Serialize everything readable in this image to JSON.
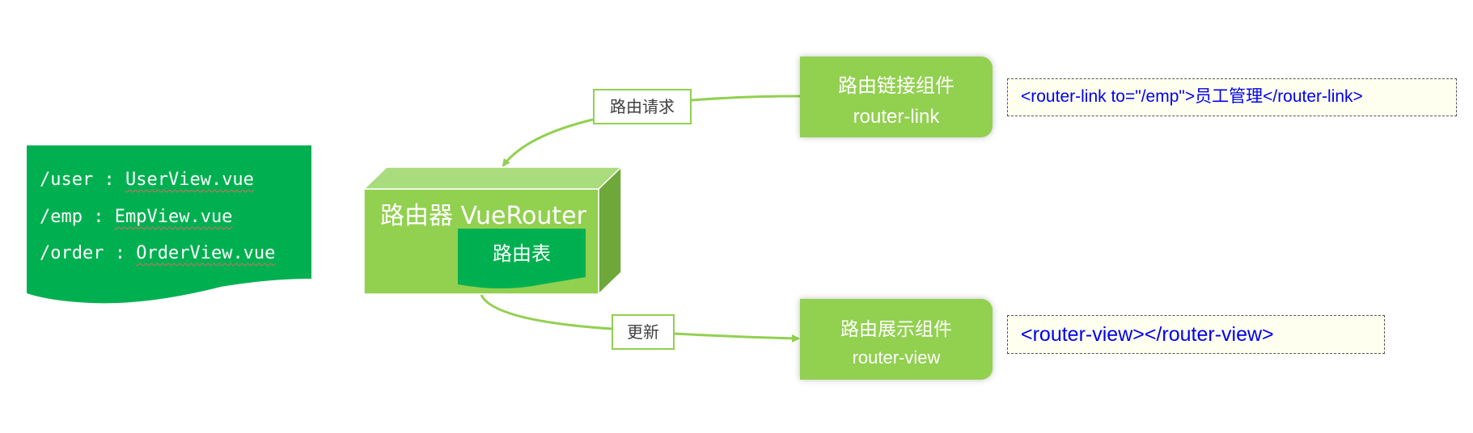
{
  "routes": [
    {
      "path": "/user",
      "component": "UserView.vue"
    },
    {
      "path": "/emp",
      "component": "EmpView.vue"
    },
    {
      "path": "/order",
      "component": "OrderView.vue"
    }
  ],
  "router": {
    "title": "路由器 VueRouter",
    "table_label": "路由表"
  },
  "router_link": {
    "title": "路由链接组件",
    "name": "router-link",
    "code": "<router-link to=\"/emp\">员工管理</router-link>"
  },
  "router_view": {
    "title": "路由展示组件",
    "name": "router-view",
    "code": "<router-view></router-view>"
  },
  "edges": {
    "request_label": "路由请求",
    "update_label": "更新"
  },
  "colors": {
    "dark_green": "#00b050",
    "light_green": "#92d050",
    "code_text": "#0000ee"
  }
}
